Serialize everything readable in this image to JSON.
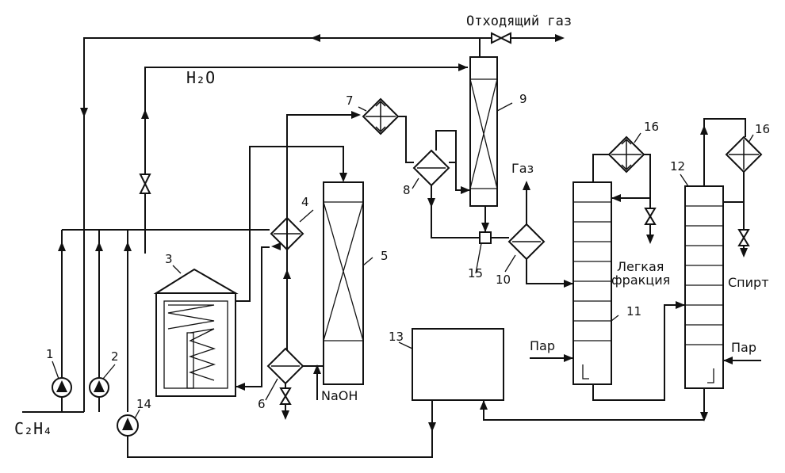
{
  "labels": {
    "waste_gas": "Отходящий газ",
    "water": "H₂O",
    "ethylene": "C₂H₄",
    "gas": "Газ",
    "light_fraction_1": "Легкая",
    "light_fraction_2": "фракция",
    "alcohol": "Спирт",
    "steam_11": "Пар",
    "steam_12": "Пар",
    "naoh": "NaOH"
  },
  "numbers": {
    "n1": "1",
    "n2": "2",
    "n3": "3",
    "n4": "4",
    "n5": "5",
    "n6": "6",
    "n7": "7",
    "n8": "8",
    "n9": "9",
    "n10": "10",
    "n11": "11",
    "n12": "12",
    "n13": "13",
    "n14": "14",
    "n15": "15",
    "n16a": "16",
    "n16b": "16"
  }
}
